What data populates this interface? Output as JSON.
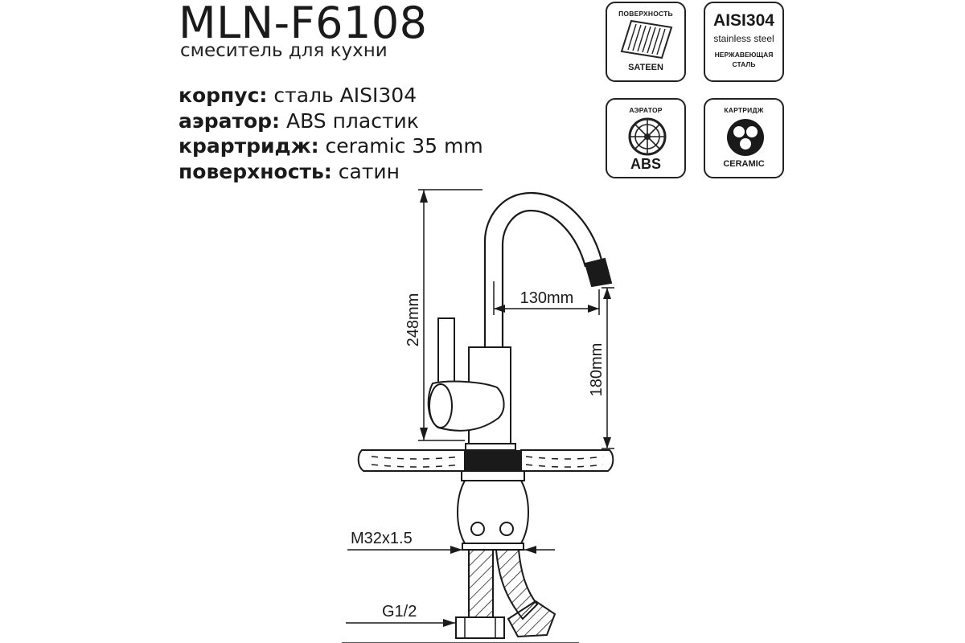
{
  "product": {
    "model": "MLN-F6108",
    "subtitle": "смеситель для кухни"
  },
  "specs": [
    {
      "key": "корпус:",
      "value": " сталь AISI304"
    },
    {
      "key": "аэратор:",
      "value": " ABS пластик"
    },
    {
      "key": "крартридж:",
      "value": " ceramic 35 mm"
    },
    {
      "key": "поверхность:",
      "value": " сатин"
    }
  ],
  "badges": {
    "surface": {
      "caption": "ПОВЕРХНОСТЬ",
      "footer": "SATEEN",
      "icon": "brushed-surface-icon"
    },
    "steel": {
      "title": "AISI304",
      "subtitle": "stainless steel",
      "note_line1": "НЕРЖАВЕЮЩАЯ",
      "note_line2": "СТАЛЬ"
    },
    "aerator": {
      "caption": "АЭРАТОР",
      "footer": "ABS",
      "icon": "aerator-mesh-icon"
    },
    "cartridge": {
      "caption": "КАРТРИДЖ",
      "footer": "CERAMIC",
      "icon": "ceramic-cartridge-icon"
    }
  },
  "dimensions": {
    "height": "248mm",
    "reach": "130mm",
    "spout_height": "180mm",
    "thread": "M32x1.5",
    "connection": "G1/2"
  },
  "colors": {
    "line": "#1a1a1a",
    "background": "#ffffff"
  }
}
